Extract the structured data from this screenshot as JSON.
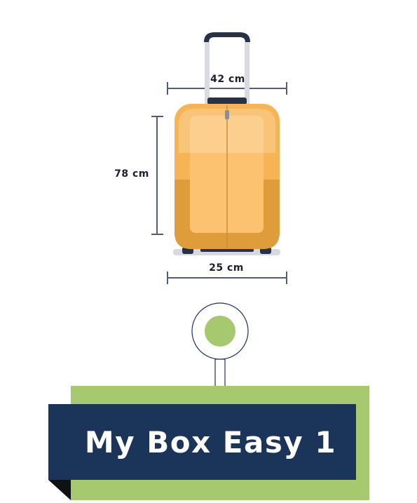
{
  "dimensions": {
    "width": "42 cm",
    "height": "78 cm",
    "depth": "25 cm"
  },
  "product": {
    "name": "My Box Easy 1"
  },
  "colors": {
    "suitcase_body": "#f7b455",
    "suitcase_shade": "#de9c3b",
    "accent_green": "#a6c96f",
    "banner_navy": "#1b3459",
    "dimension_lines": "#4f5f78"
  }
}
